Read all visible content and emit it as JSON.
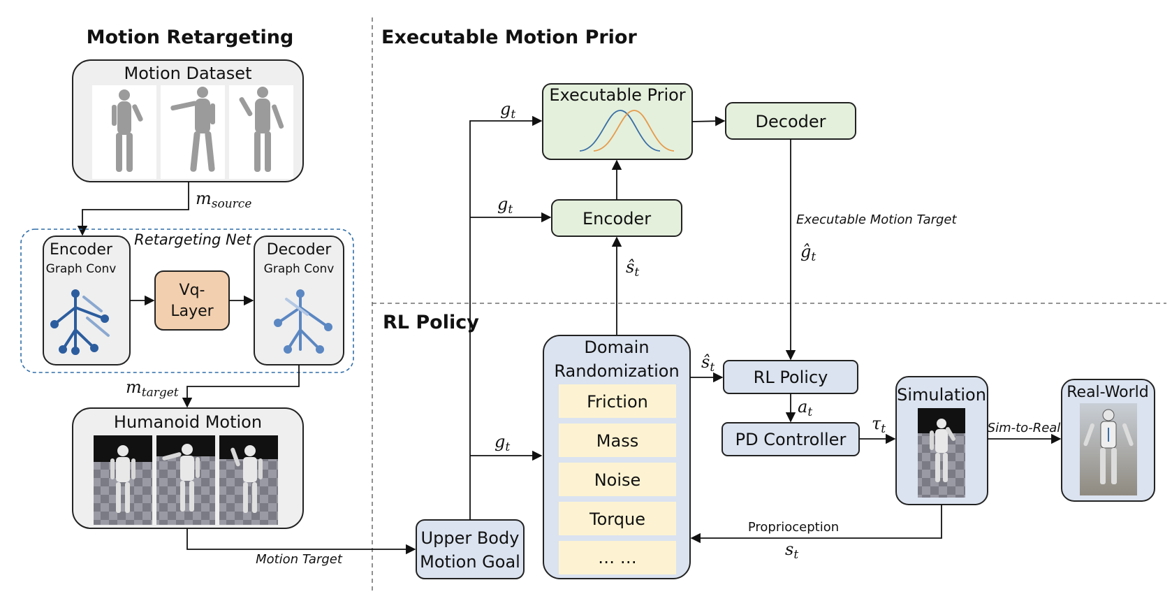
{
  "sections": {
    "motion_retargeting": "Motion Retargeting",
    "executable_motion_prior": "Executable Motion Prior",
    "rl_policy": "RL Policy"
  },
  "motion_dataset": {
    "title": "Motion Dataset"
  },
  "retargeting_net": {
    "label": "Retargeting Net",
    "encoder_title": "Encoder",
    "encoder_sub": "Graph Conv",
    "vq_line1": "Vq-",
    "vq_line2": "Layer",
    "decoder_title": "Decoder",
    "decoder_sub": "Graph Conv"
  },
  "humanoid_motion": {
    "title": "Humanoid Motion"
  },
  "prior": {
    "executable_prior": "Executable Prior",
    "decoder": "Decoder",
    "encoder": "Encoder",
    "executable_motion_target": "Executable Motion Target"
  },
  "policy": {
    "domain_line1": "Domain",
    "domain_line2": "Randomization",
    "items": [
      "Friction",
      "Mass",
      "Noise",
      "Torque",
      "… …"
    ],
    "rl_policy": "RL Policy",
    "pd_controller": "PD Controller",
    "simulation": "Simulation",
    "real_world": "Real-World",
    "upper_body_line1": "Upper Body",
    "upper_body_line2": "Motion Goal"
  },
  "edge_labels": {
    "m_source_base": "m",
    "m_source_sub": "source",
    "m_target_base": "m",
    "m_target_sub": "target",
    "motion_target": "Motion Target",
    "g_t_base": "g",
    "sub_t": "t",
    "s_hat_base": "ŝ",
    "g_hat_base": "ĝ",
    "a_t_base": "a",
    "tau_t_base": "τ",
    "s_t_base": "s",
    "sim_to_real": "Sim-to-Real",
    "proprioception": "Proprioception"
  },
  "colors": {
    "gray_fill": "#efefef",
    "blue_fill": "#dbe3f0",
    "green_fill": "#e4f0dc",
    "orange_fill": "#f2cfae",
    "yellow_fill": "#fdf3d2",
    "dashed_blue": "#2f6da8",
    "curve_blue": "#3a6ea5",
    "curve_orange": "#e69a4a"
  }
}
